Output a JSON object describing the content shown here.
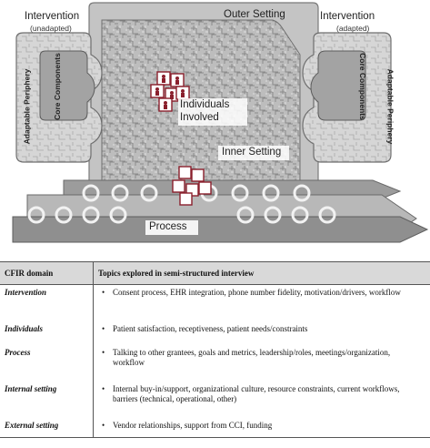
{
  "diagram": {
    "outer_setting": "Outer Setting",
    "inner_setting": "Inner Setting",
    "individuals_line1": "Individuals",
    "individuals_line2": "Involved",
    "process": "Process",
    "intervention_left": "Intervention",
    "intervention_left_sub": "(unadapted)",
    "intervention_right": "Intervention",
    "intervention_right_sub": "(adapted)",
    "adaptable_periphery": "Adaptable Periphery",
    "core_components": "Core Components"
  },
  "table": {
    "headers": [
      "CFIR domain",
      "Topics explored in semi-structured interview"
    ],
    "bullet": "•",
    "rows": [
      {
        "domain": "Intervention",
        "topics": "Consent process, EHR integration, phone number fidelity, motivation/drivers, workflow"
      },
      {
        "domain": "Individuals",
        "topics": "Patient satisfaction, receptiveness, patient needs/constraints"
      },
      {
        "domain": "Process",
        "topics": "Talking to other grantees, goals and metrics, leadership/roles, meetings/organization, workflow"
      },
      {
        "domain": "Internal setting",
        "topics": "Internal buy-in/support, organizational culture, resource constraints, current workflows, barriers (technical, operational, other)"
      },
      {
        "domain": "External setting",
        "topics": "Vendor relationships, support from CCI, funding"
      }
    ]
  }
}
